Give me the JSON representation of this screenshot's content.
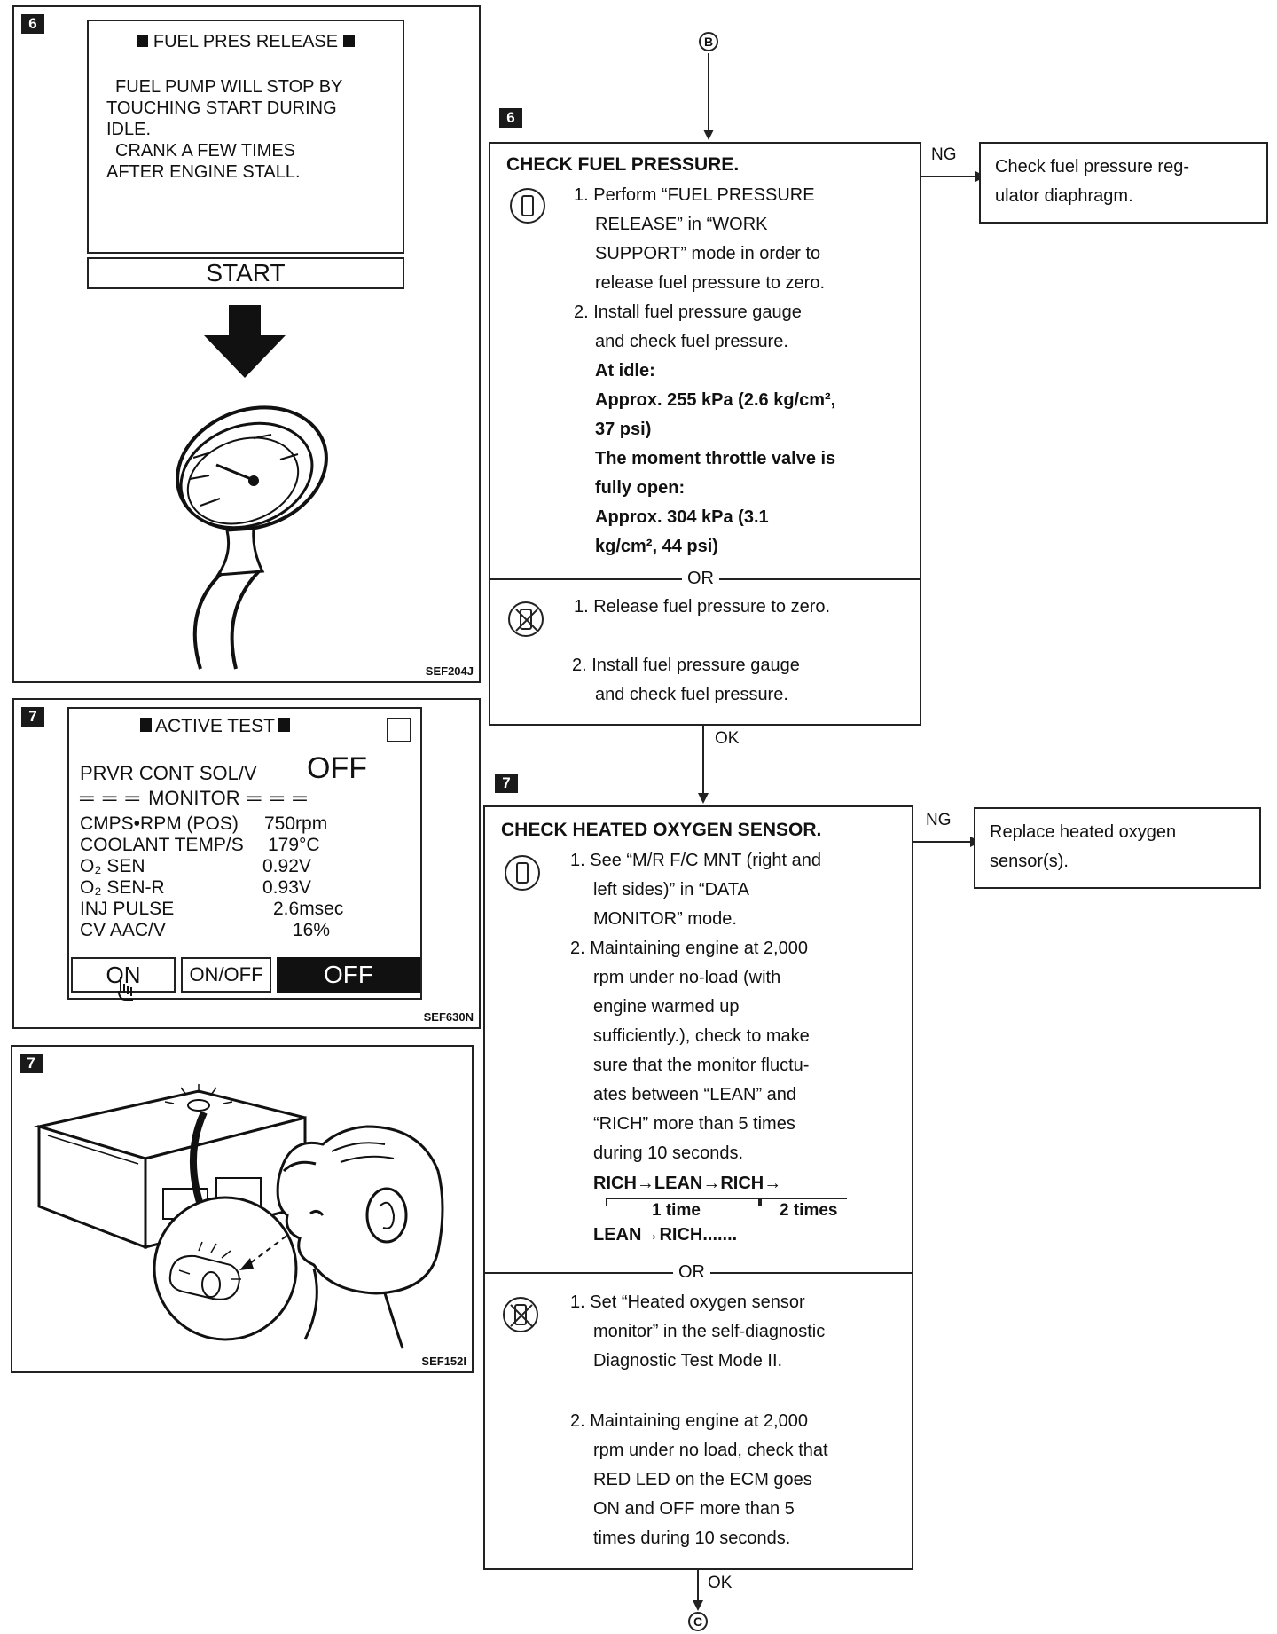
{
  "panel1": {
    "step": "6",
    "screen_title": "FUEL PRES RELEASE",
    "screen_lines": [
      "FUEL PUMP WILL STOP BY",
      "TOUCHING START DURING",
      "IDLE.",
      "CRANK A FEW TIMES",
      "AFTER ENGINE STALL."
    ],
    "start_button": "START",
    "fig_code": "SEF204J"
  },
  "panel2": {
    "step": "7",
    "screen_title": "ACTIVE TEST",
    "item_label": "PRVR CONT SOL/V",
    "item_value": "OFF",
    "monitor_label": "MONITOR",
    "rows": [
      {
        "label": "CMPS•RPM (POS)",
        "value": "750rpm"
      },
      {
        "label": "COOLANT TEMP/S",
        "value": "179°C"
      },
      {
        "label": "O₂ SEN",
        "value": "0.92V"
      },
      {
        "label": "O₂ SEN-R",
        "value": "0.93V"
      },
      {
        "label": "INJ PULSE",
        "value": "2.6msec"
      },
      {
        "label": "CV AAC/V",
        "value": "16%"
      }
    ],
    "buttons": [
      "ON",
      "ON/OFF",
      "OFF"
    ],
    "fig_code": "SEF630N"
  },
  "panel3": {
    "step": "7",
    "fig_code": "SEF152I"
  },
  "flow": {
    "connector_top": "B",
    "connector_bottom": "C",
    "step6": {
      "num": "6",
      "title": "CHECK FUEL PRESSURE.",
      "a_lines": [
        "1. Perform “FUEL PRESSURE",
        "RELEASE” in “WORK",
        "SUPPORT” mode in order to",
        "release fuel pressure to zero.",
        "2. Install fuel pressure gauge",
        "and check fuel pressure."
      ],
      "spec_lines": [
        "At idle:",
        "Approx. 255 kPa (2.6 kg/cm²,",
        "37 psi)",
        "The moment throttle valve is",
        "fully open:",
        "Approx. 304 kPa (3.1",
        "kg/cm², 44 psi)"
      ],
      "or": "OR",
      "b_lines": [
        "1. Release fuel pressure to zero.",
        "2. Install fuel pressure gauge",
        "and check fuel pressure."
      ],
      "ng_label": "NG",
      "ng_text": [
        "Check fuel pressure reg-",
        "ulator diaphragm."
      ],
      "ok_label": "OK"
    },
    "step7": {
      "num": "7",
      "title": "CHECK HEATED OXYGEN SENSOR.",
      "a_lines": [
        "1. See “M/R F/C MNT (right and",
        "left sides)” in “DATA",
        "MONITOR” mode.",
        "2. Maintaining engine at 2,000",
        "rpm under no-load (with",
        "engine warmed up",
        "sufficiently.), check to make",
        "sure that the monitor fluctu-",
        "ates between “LEAN” and",
        "“RICH” more than 5 times",
        "during 10 seconds."
      ],
      "seq_line1": "RICH→LEAN→RICH→",
      "seq_time1": "1 time",
      "seq_time2": "2 times",
      "seq_line2": "LEAN→RICH.......",
      "or": "OR",
      "b_lines": [
        "1. Set “Heated oxygen sensor",
        "monitor” in the self-diagnostic",
        "Diagnostic Test Mode II.",
        "2. Maintaining engine at 2,000",
        "rpm under no load, check that",
        "RED LED on the ECM goes",
        "ON and OFF more than 5",
        "times during 10 seconds."
      ],
      "ng_label": "NG",
      "ng_text": [
        "Replace heated oxygen",
        "sensor(s)."
      ],
      "ok_label": "OK"
    }
  },
  "colors": {
    "ink": "#111111",
    "paper": "#ffffff"
  }
}
